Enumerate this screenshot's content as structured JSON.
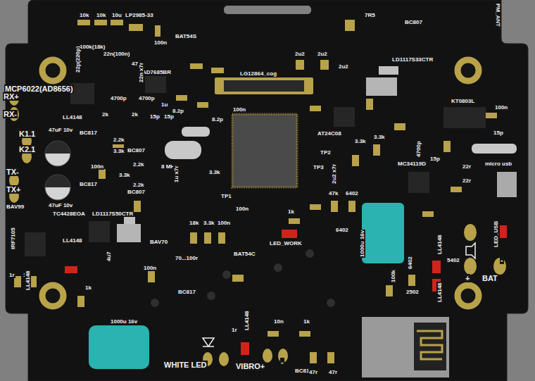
{
  "diagram": {
    "labels": [
      "10k",
      "10k",
      "10u",
      "LP2985-33",
      "100n",
      "7R5",
      "BC807",
      "PM_ANT",
      "BAT54S",
      "100k(18k)",
      "22n(100n)",
      "22p(220p)",
      "47r",
      "AD7685BR",
      "22n x7r",
      "LG12864_cog",
      "2u2",
      "2u2",
      "2u2",
      "LD1117S33CTR",
      "MCP6022(AD8656)",
      "RX+",
      "RX-",
      "LL4148",
      "4700p",
      "4700p",
      "2k",
      "2k",
      "1u",
      "8.2p",
      "15p",
      "15p",
      "8.2p",
      "100n",
      "KT0803L",
      "100n",
      "15p",
      "K1.1",
      "K2.1",
      "47uF 10v",
      "BC817",
      "2.2k",
      "BC807",
      "3.3k",
      "2.2k",
      "3.3k",
      "2.2k",
      "BC807",
      "BC817",
      "100n",
      "8 MHz",
      "1u x7r",
      "3.3k",
      "TP1",
      "100n",
      "AT24C08",
      "3.3k",
      "3.3k",
      "TP2",
      "TP3",
      "2u2 x7r",
      "MC34119D",
      "4700p",
      "15p",
      "22r",
      "22r",
      "micro usb",
      "TX-",
      "TX+",
      "47uF 10v",
      "47k",
      "6402",
      "1k",
      "6402",
      "1000u 16v",
      "BAV99",
      "TC4428EOA",
      "LD1117S50CTR",
      "IRF7105",
      "LL4148",
      "BAV70",
      "4u7",
      "18k",
      "3.3k",
      "100n",
      "LED_WORK",
      "LL4148",
      "LED_USB",
      "5402",
      "BAT",
      "+",
      "-",
      "BAT54C",
      "70...100r",
      "BC817",
      "100n",
      "1r",
      "1r",
      "LL4148",
      "1k",
      "100k",
      "2502",
      "LL4148",
      "6402",
      "1000u 16v",
      "WHITE LED",
      "VIBRO+",
      "-",
      "1r",
      "LL4148",
      "10n",
      "1k",
      "BC817",
      "47r",
      "47r"
    ]
  }
}
